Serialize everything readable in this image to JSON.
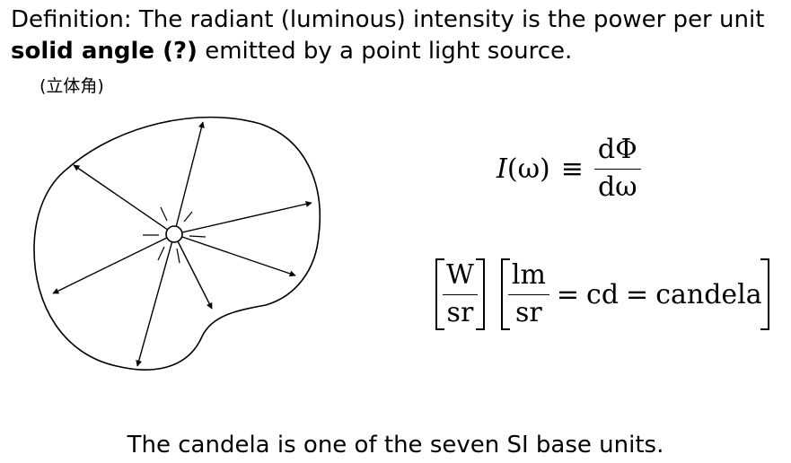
{
  "definition": {
    "line1": "Definition: The radiant (luminous) intensity is the power per unit",
    "bold_term": "solid angle (?)",
    "line2_rest": " emitted by a point light source.",
    "note": "(立体角)"
  },
  "equation1": {
    "lhs": "I",
    "arg": "(ω)",
    "equiv": "≡",
    "numerator": "dΦ",
    "denominator": "dω"
  },
  "equation2": {
    "unit1_num": "W",
    "unit1_den": "sr",
    "unit2_num": "lm",
    "unit2_den": "sr",
    "eq1": "=",
    "cd": "cd",
    "eq2": "=",
    "candela": "candela"
  },
  "footer": "The candela is one of the seven SI base units."
}
